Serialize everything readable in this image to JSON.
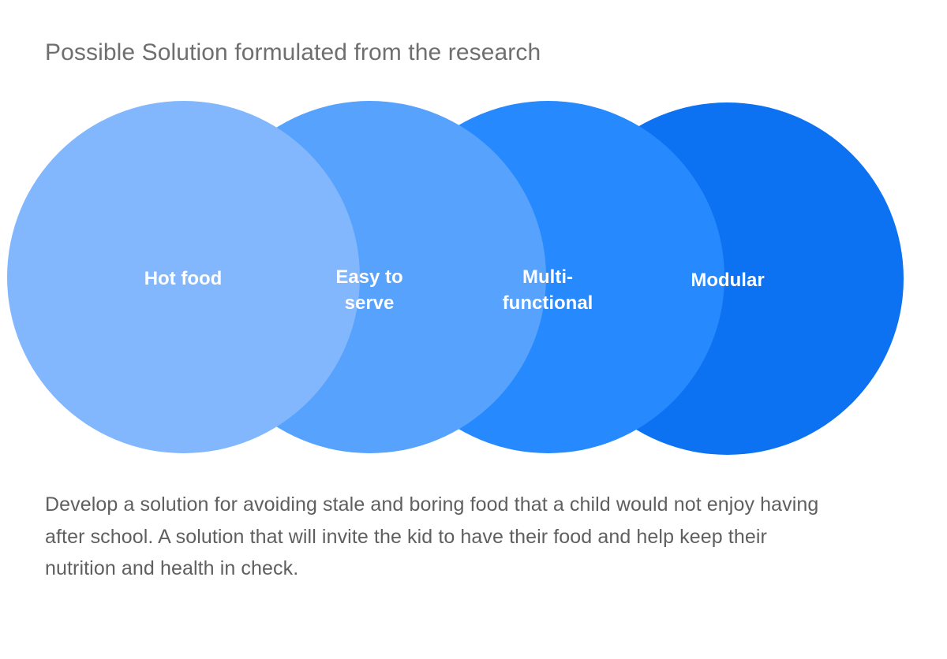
{
  "slide": {
    "title": "Possible Solution formulated from the research",
    "background_color": "#ffffff",
    "title_color": "#6f6f6f",
    "body_color": "#5f5f5f"
  },
  "venn": {
    "circles": [
      {
        "label": "Hot food",
        "color": "#82b7fd"
      },
      {
        "label": "Easy to\nserve",
        "color": "#56a2fd"
      },
      {
        "label": "Multi-\nfunctional",
        "color": "#2689fe"
      },
      {
        "label": "Modular",
        "color": "#0c72f2"
      }
    ]
  },
  "description": {
    "text": "Develop a solution for avoiding stale and boring food that a child would not enjoy having after school. A solution that will invite the kid to have their food and help keep their nutrition and health in check."
  }
}
